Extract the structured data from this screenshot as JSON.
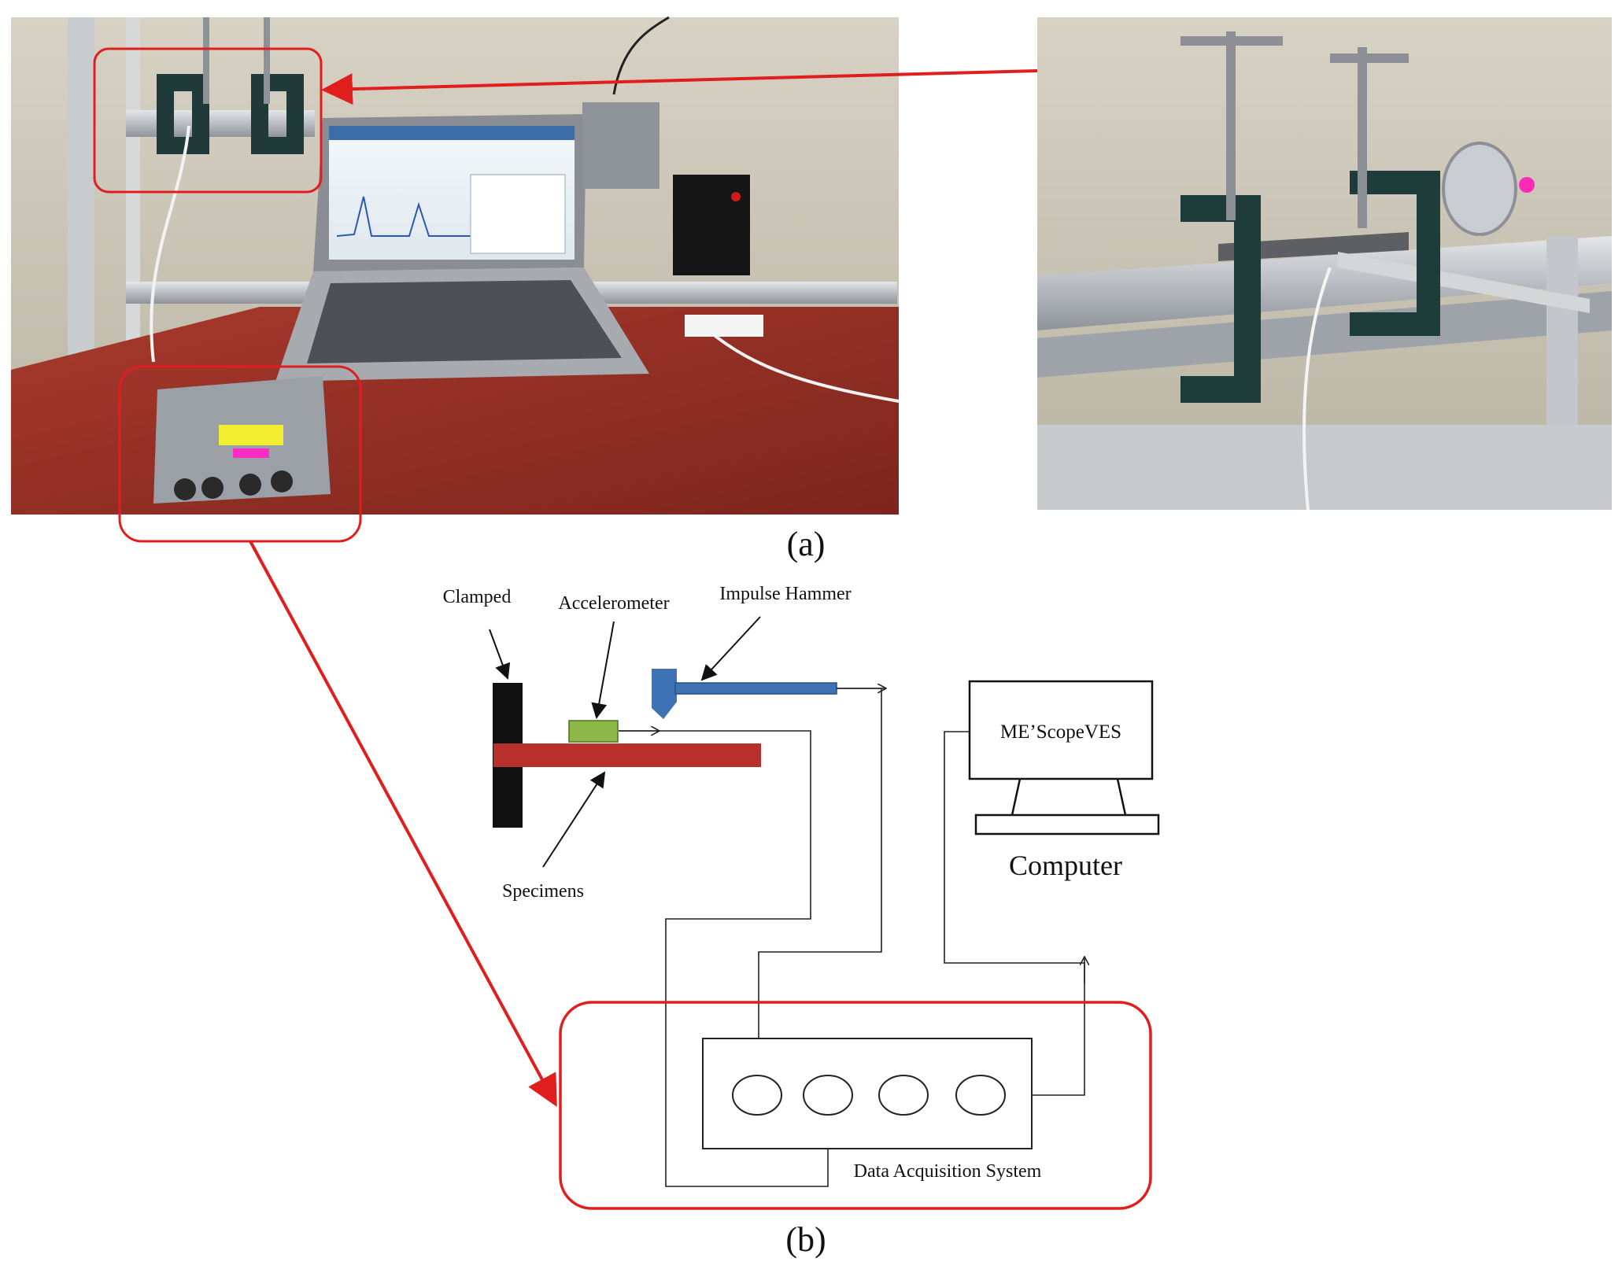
{
  "captions": {
    "a": "(a)",
    "b": "(b)"
  },
  "schematic": {
    "clamped": "Clamped",
    "accelerometer": "Accelerometer",
    "impulse_hammer": "Impulse Hammer",
    "specimens": "Specimens",
    "software": "ME’ScopeVES",
    "computer": "Computer",
    "daq": "Data Acquisition System"
  },
  "colors": {
    "highlight": "#e01e1e",
    "clamp": "#111111",
    "specimen": "#b8302c",
    "accelerometer": "#8db848",
    "hammer": "#3d72b4",
    "line": "#222222"
  }
}
